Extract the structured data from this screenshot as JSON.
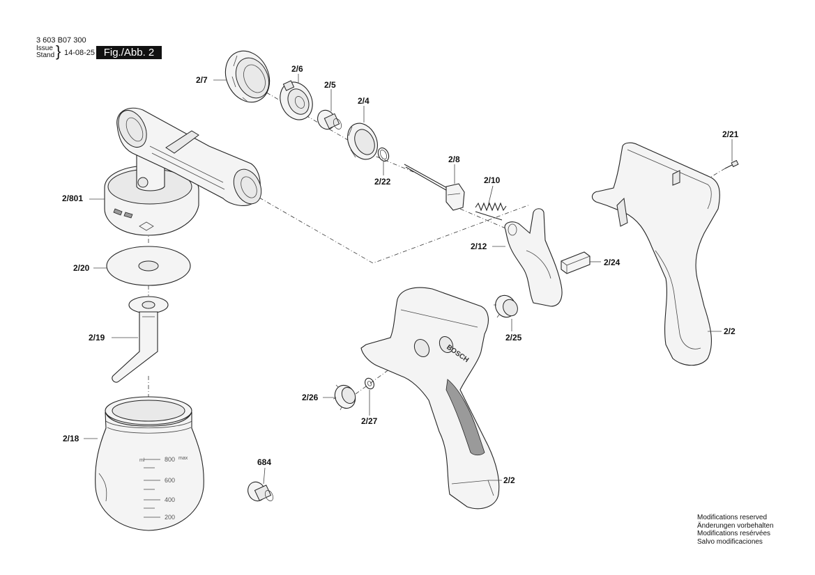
{
  "header": {
    "part_number": "3 603 B07 300",
    "issue_label": "Issue",
    "stand_label": "Stand",
    "issue_date": "14-08-25",
    "figure_label": "Fig./Abb. 2"
  },
  "callouts": {
    "c_2_7": "2/7",
    "c_2_6": "2/6",
    "c_2_5": "2/5",
    "c_2_4": "2/4",
    "c_2_22": "2/22",
    "c_2_8": "2/8",
    "c_2_10": "2/10",
    "c_2_21": "2/21",
    "c_2_801": "2/801",
    "c_2_12": "2/12",
    "c_2_24": "2/24",
    "c_2_20": "2/20",
    "c_2_19": "2/19",
    "c_2_25": "2/25",
    "c_2_2_right": "2/2",
    "c_2_26": "2/26",
    "c_2_27": "2/27",
    "c_2_18": "2/18",
    "c_684": "684",
    "c_2_2_bottom": "2/2"
  },
  "container_scale": [
    "800",
    "600",
    "400",
    "200"
  ],
  "container_unit": "ml",
  "container_max": "max",
  "brand": "BOSCH",
  "footer": {
    "mods_en": "Modifications reserved",
    "mods_de": "Änderungen vorbehalten",
    "mods_fr": "Modifications resérvées",
    "mods_es": "Salvo modificaciones"
  }
}
